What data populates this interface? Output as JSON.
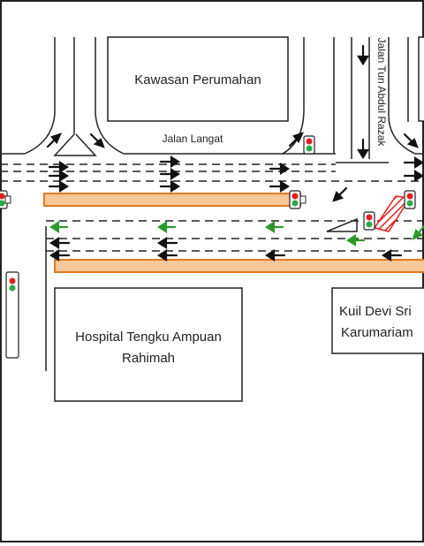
{
  "labels": {
    "housing": "Kawasan Perumahan",
    "road_langat": "Jalan Langat",
    "road_tun": "Jalan Tun Abdul Razak",
    "hospital_line1": "Hospital Tengku Ampuan",
    "hospital_line2": "Rahimah",
    "temple_line1": "Kuil Devi Sri",
    "temple_line2": "Karumariam"
  },
  "colors": {
    "arrow_black": "#111111",
    "arrow_green": "#2e9a2e",
    "median_fill": "#f6c89a",
    "median_stroke": "#e07b1e",
    "hatch_red": "#e02020",
    "light_red": "#e02020",
    "light_green": "#2ea84a"
  },
  "icons": [
    "traffic-light-icon",
    "arrow-right-icon",
    "arrow-left-icon",
    "arrow-down-icon",
    "arrow-diagonal-icon"
  ]
}
